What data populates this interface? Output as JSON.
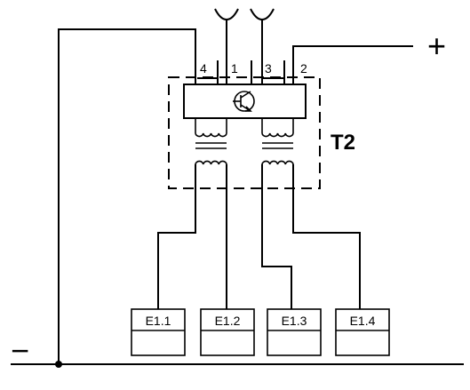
{
  "diagram": {
    "transformer_label": "T2",
    "pins": [
      "4",
      "1",
      "3",
      "2"
    ],
    "lamps": [
      "E1.1",
      "E1.2",
      "E1.3",
      "E1.4"
    ],
    "plus_sign": "+",
    "minus_sign": "−"
  }
}
